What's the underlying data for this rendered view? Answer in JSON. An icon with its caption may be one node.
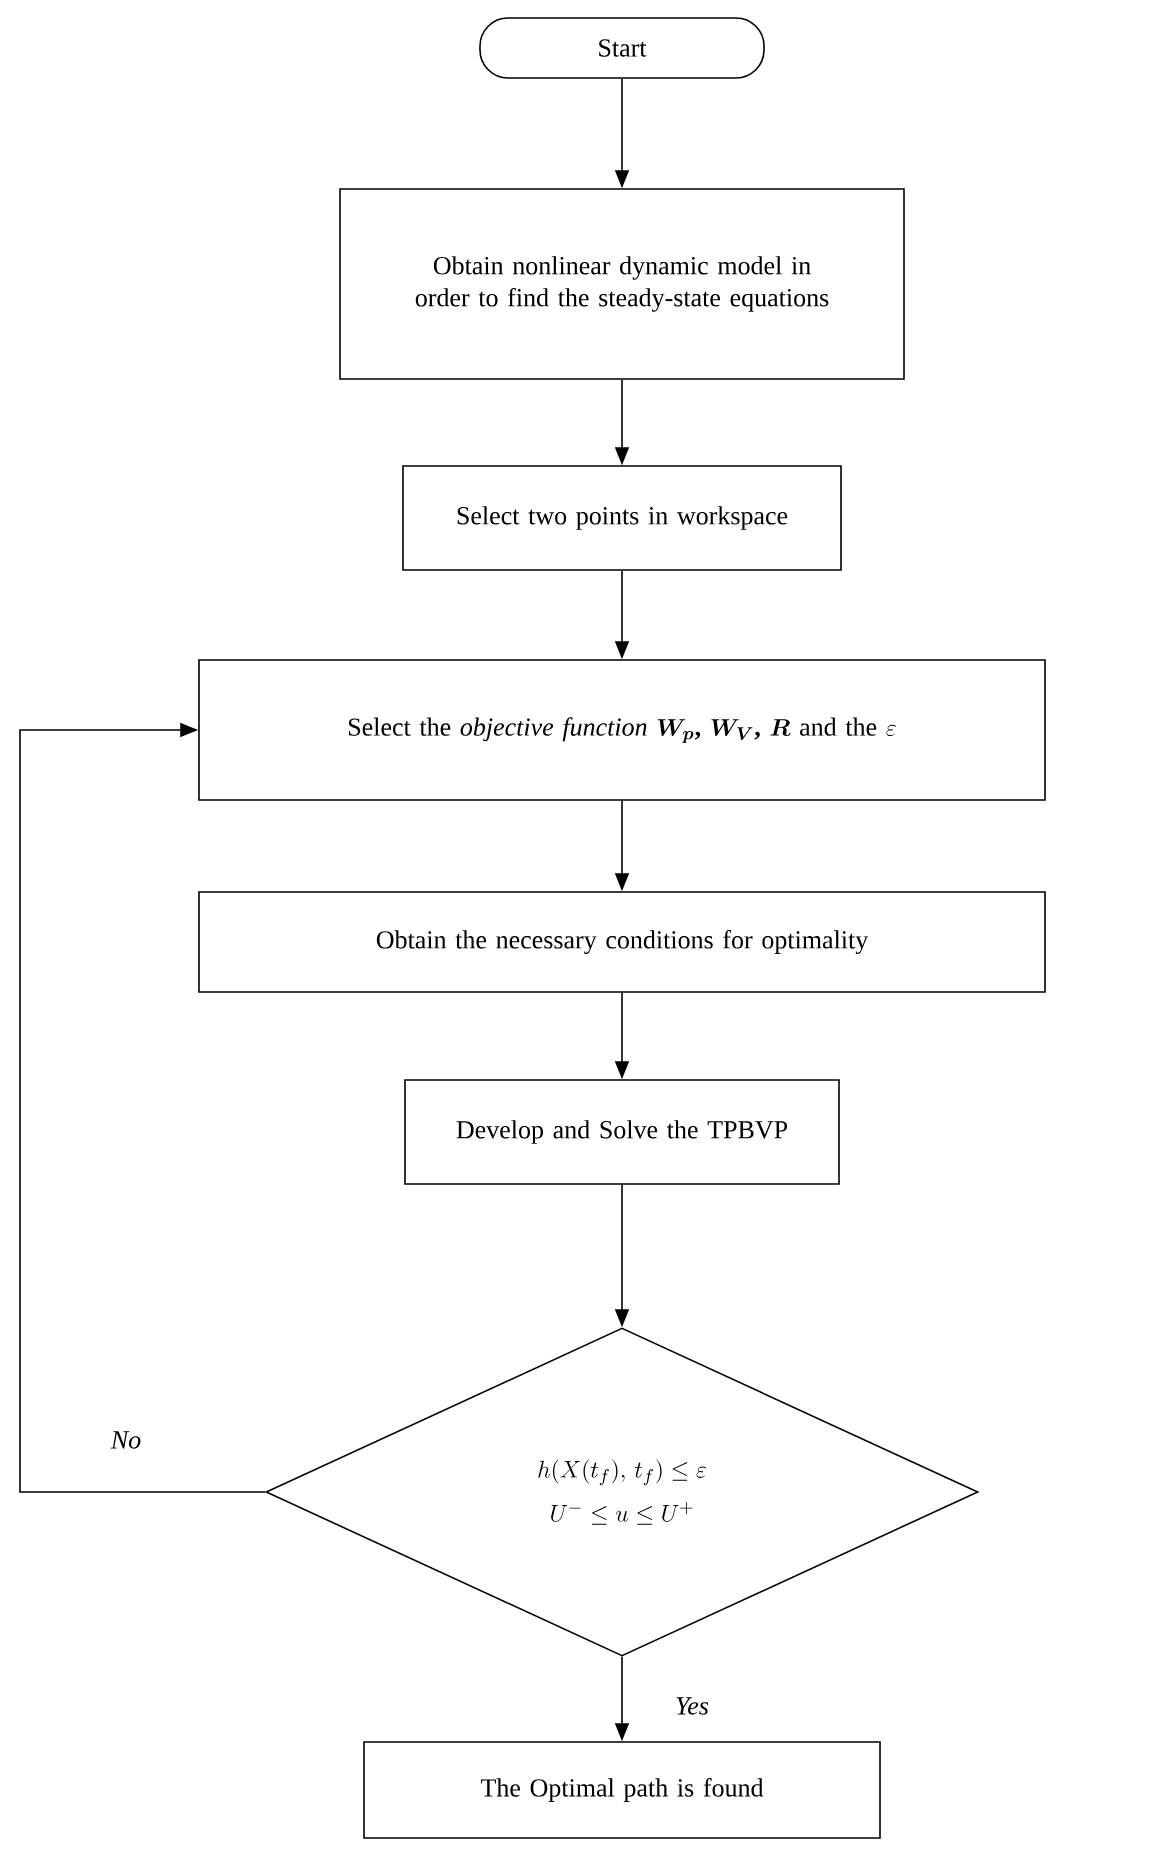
{
  "diagram": {
    "nodes": [
      {
        "text": [
          "Start"
        ]
      },
      {
        "text": [
          "Obtain nonlinear dynamic model in order to find the steady-state equations"
        ]
      },
      {
        "text": [
          "Select two points in workspace"
        ]
      },
      {
        "text": [
          "\\text{Select the \\textit{objective function} }\\boldsymbol{W_p}\\textbf{,}\\ \\boldsymbol{W_V}\\textbf{,}\\ \\boldsymbol{R}\\text{ and the }\\varepsilon"
        ]
      },
      {
        "text": [
          "Obtain the necessary conditions for optimality"
        ]
      },
      {
        "text": [
          "Develop and Solve the TPBVP"
        ]
      },
      {
        "text": [
          "h(X(t_f),\\, t_f) \\le \\varepsilon",
          "U^{-} \\le u \\le U^{+}"
        ]
      },
      {
        "text": [
          "The Optimal path is found"
        ]
      }
    ],
    "edges": [
      {
        "from": 0,
        "to": 1,
        "arrow": "to"
      },
      {
        "from": 1,
        "to": 2,
        "arrow": "to"
      },
      {
        "from": 2,
        "to": 3,
        "arrow": "to"
      },
      {
        "from": 3,
        "to": 4,
        "arrow": "to"
      },
      {
        "from": 4,
        "to": 5,
        "arrow": "to"
      },
      {
        "from": 5,
        "to": 6,
        "arrow": "to"
      },
      {
        "from": 6,
        "to": 3,
        "arrow": "to",
        "label": "No"
      },
      {
        "from": 6,
        "to": 7,
        "arrow": "to",
        "label": "Yes"
      }
    ]
  }
}
